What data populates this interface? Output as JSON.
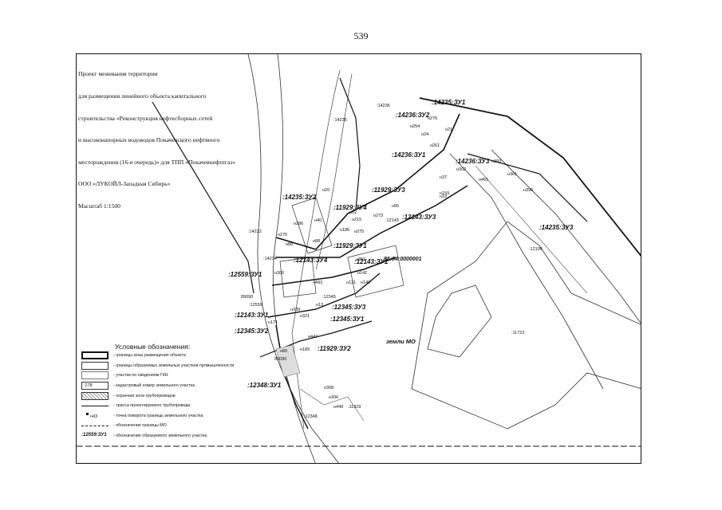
{
  "page_number": "539",
  "title_block": {
    "lines": [
      "Проект межевания территории",
      "для размещения линейного объекта капитального",
      "строительства «Реконструкция нефтесборных сетей",
      "и высоконапорных водоводов Покачевского нефтяного",
      "месторождения (16-я очередь)» для ТПП «Покачевнефтегаз»",
      "ООО «ЛУКОЙЛ-Западная Сибирь»",
      "Масштаб 1:1500"
    ]
  },
  "map": {
    "parcel_labels": [
      ":14235:ЗУ1",
      ":14236:ЗУ2",
      ":14236:ЗУ1",
      ":14236:ЗУ3",
      ":14235:ЗУ2",
      ":14235:ЗУ3",
      ":11929:ЗУ3",
      ":11929:ЗУ4",
      ":12143:ЗУ3",
      ":11929:ЗУ1",
      ":12143:ЗУ4",
      ":12143:ЗУ1",
      ":12559:ЗУ1",
      ":12143:ЗУ1",
      ":12345:ЗУ3",
      ":12345:ЗУ1",
      ":12345:ЗУ2",
      ":11929:ЗУ2",
      ":12348:ЗУ1"
    ],
    "cadastral_labels": [
      ":14236",
      ":14235",
      ":14222",
      ":12199",
      ":11722",
      ":12143",
      ":14234",
      ":12559",
      ":12345",
      ":11929",
      ":12348",
      "86:04:0000001",
      "89090",
      "89090"
    ],
    "point_labels": [
      "н276",
      "н254",
      "н24",
      "н261",
      "н37",
      "н455",
      "н393",
      "н361",
      "н396",
      "н302",
      "н159",
      "н33",
      "н56",
      "н21",
      "н52",
      "н215",
      "н273",
      "н186",
      "н286",
      "н275",
      "н275",
      "н88",
      "н40",
      "н88",
      "н300",
      "н351",
      "н493",
      "н142",
      "н143",
      "н121",
      "н13",
      "н339",
      "н321",
      "н171",
      "н447",
      "н306",
      "н308",
      "н189",
      "н449",
      "н80",
      "н20"
    ],
    "area_label": "земли МО"
  },
  "legend": {
    "title": "Условные обозначения:",
    "items": [
      {
        "symbol": "bold-box",
        "text": "- границы зоны размещения объекта"
      },
      {
        "symbol": "thin-box",
        "text": "- границы образуемых земельных участков промышленности"
      },
      {
        "symbol": "empty-box",
        "text": "- участки по сведениям ГКН"
      },
      {
        "symbol": "label-box",
        "label": ":278",
        "text": "- кадастровый номер земельного участка"
      },
      {
        "symbol": "hatch-box",
        "text": "- охранная зона трубопроводов"
      },
      {
        "symbol": "line",
        "text": "- трасса проектируемого трубопровода"
      },
      {
        "symbol": "point",
        "label": "н43",
        "text": "- точка поворота границы земельного участка"
      },
      {
        "symbol": "dash-line",
        "text": "- обозначение границы МО"
      },
      {
        "symbol": "parcel-label",
        "label": ":12559:ЗУ1",
        "text": "- обозначение образуемого земельного участка"
      }
    ]
  }
}
